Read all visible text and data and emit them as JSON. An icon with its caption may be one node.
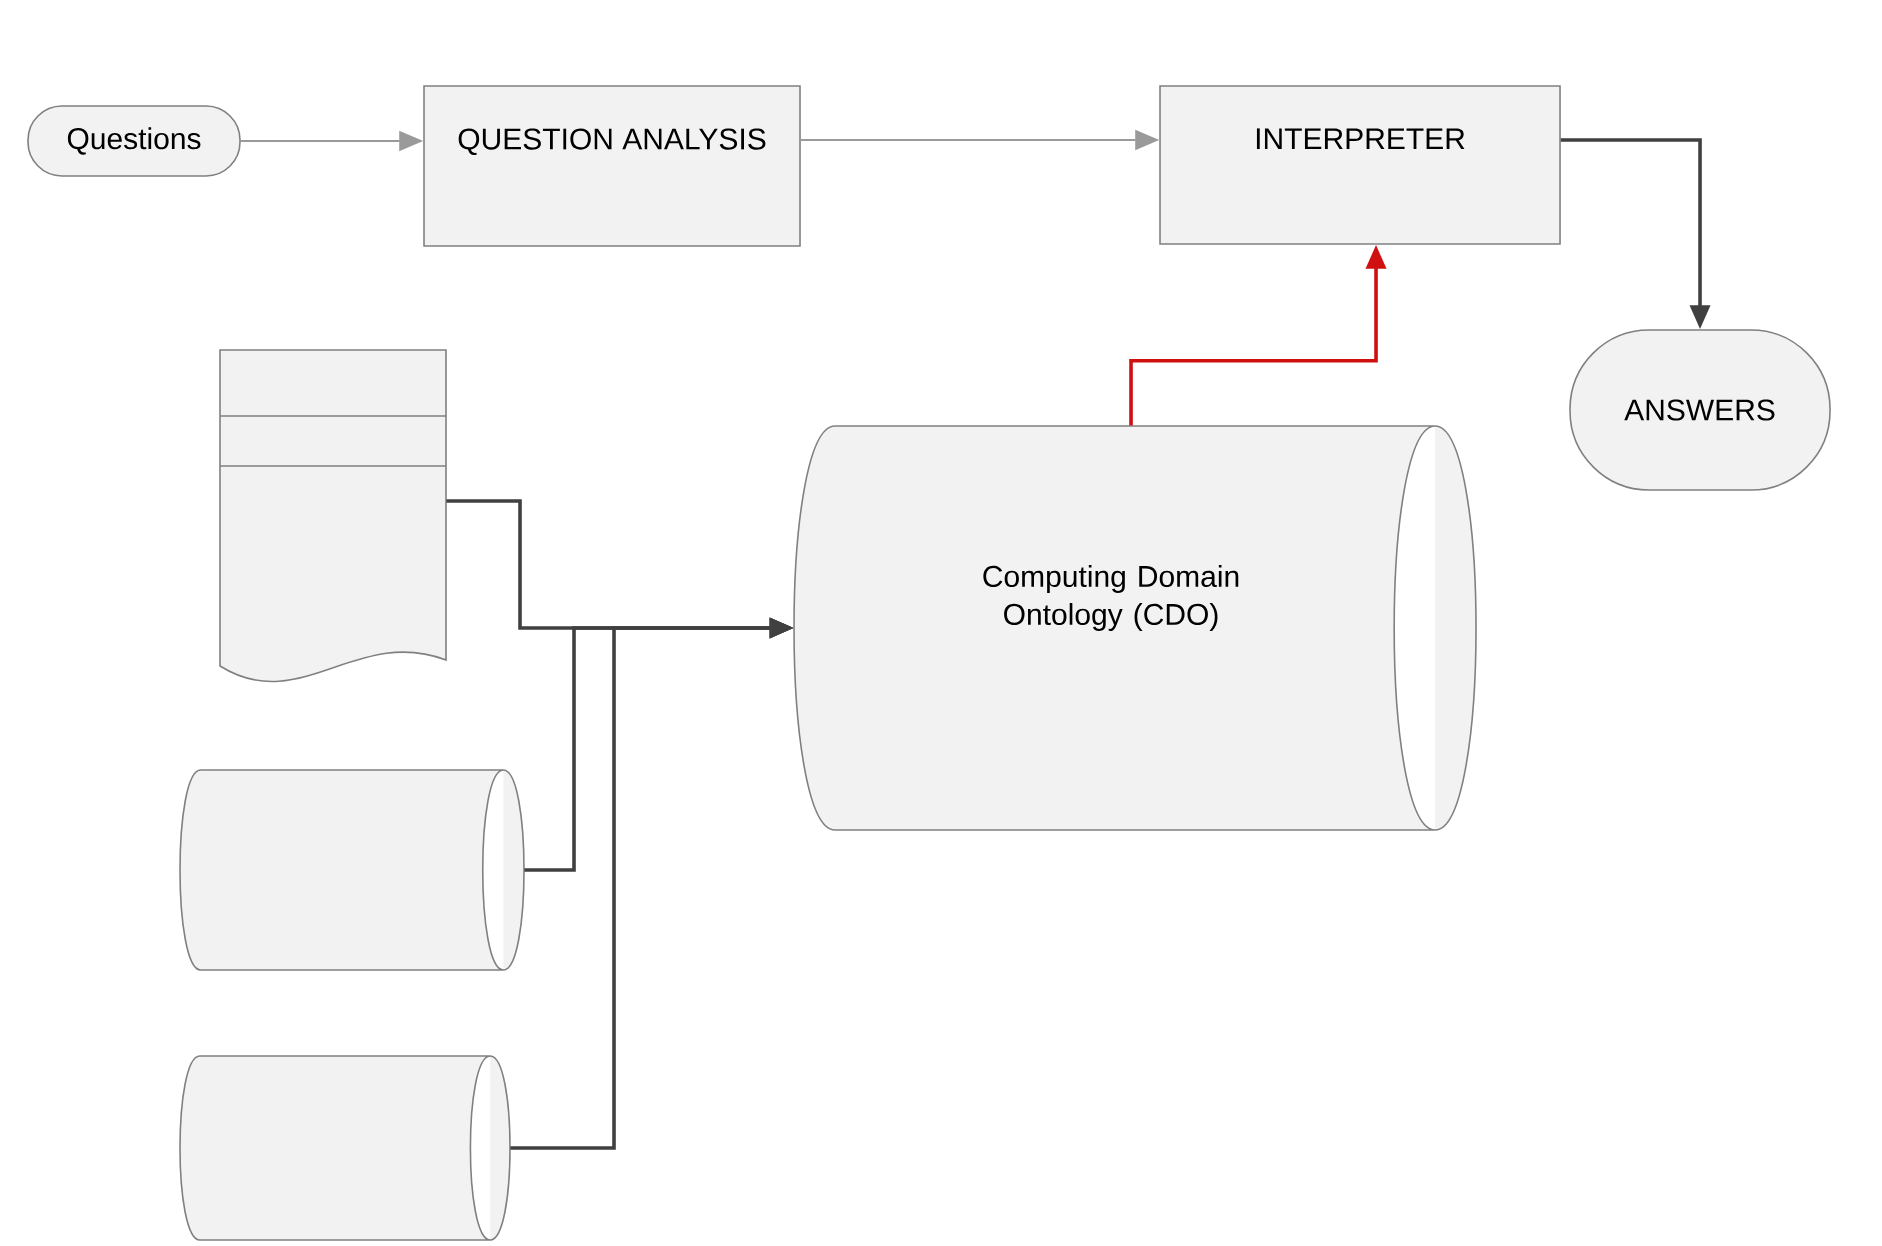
{
  "diagram": {
    "nodes": [
      {
        "text": [
          "Questions"
        ]
      },
      {
        "text": [
          "QUESTION ANALYSIS"
        ]
      },
      {
        "text": [
          "INTERPRETER"
        ]
      },
      {
        "text": [],
        "shape": "document"
      },
      {
        "text": [
          "ANSWERS"
        ]
      },
      {
        "text": [
          "Computing Domain Ontology (CDO)"
        ]
      },
      {
        "text": [],
        "shape": "cylinder"
      },
      {
        "text": [],
        "shape": "cylinder"
      }
    ],
    "edges": [
      {
        "from": 0,
        "to": 1,
        "arrow": "to",
        "color": "#9a9a9a"
      },
      {
        "from": 1,
        "to": 2,
        "arrow": "to",
        "color": "#9a9a9a"
      },
      {
        "from": 2,
        "to": 4,
        "arrow": "to"
      },
      {
        "from": 5,
        "to": 2,
        "arrow": "to",
        "color": "#d01010"
      },
      {
        "from": 3,
        "to": 5,
        "arrow": "to"
      },
      {
        "from": 6,
        "to": 5,
        "arrow": "to"
      },
      {
        "from": 7,
        "to": 5,
        "arrow": "to"
      }
    ]
  }
}
